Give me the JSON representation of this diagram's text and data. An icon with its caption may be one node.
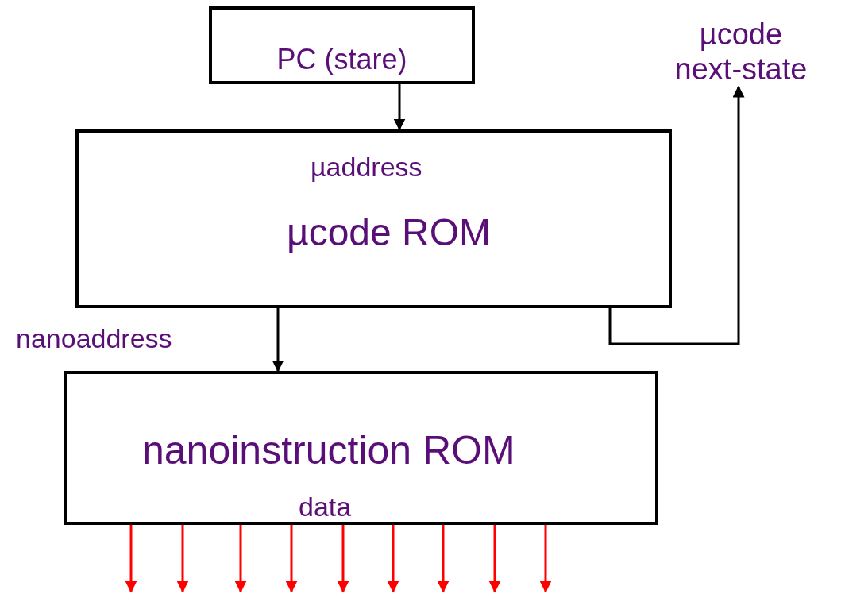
{
  "diagram": {
    "nodes": [
      {
        "text": [
          "PC (stare)"
        ]
      },
      {
        "text": [
          "µaddress",
          "µcode ROM"
        ]
      },
      {
        "text": [
          "µcode next-state"
        ]
      },
      {
        "text": [
          "nanoinstruction ROM",
          "data"
        ]
      }
    ],
    "edges": [
      {
        "from": 0,
        "to": 1,
        "arrow": "to",
        "color": "#000000"
      },
      {
        "from": 1,
        "to": 2,
        "arrow": "to",
        "color": "#000000"
      },
      {
        "from": 1,
        "to": 3,
        "arrow": "to",
        "label": "nanoaddress",
        "color": "#000000"
      },
      {
        "from": 3,
        "to": null,
        "arrow": "to"
      },
      {
        "from": 3,
        "to": null,
        "arrow": "to"
      },
      {
        "from": 3,
        "to": null,
        "arrow": "to"
      },
      {
        "from": 3,
        "to": null,
        "arrow": "to"
      },
      {
        "from": 3,
        "to": null,
        "arrow": "to"
      },
      {
        "from": 3,
        "to": null,
        "arrow": "to"
      },
      {
        "from": 3,
        "to": null,
        "arrow": "to"
      },
      {
        "from": 3,
        "to": null,
        "arrow": "to"
      },
      {
        "from": 3,
        "to": null,
        "arrow": "to"
      }
    ]
  }
}
